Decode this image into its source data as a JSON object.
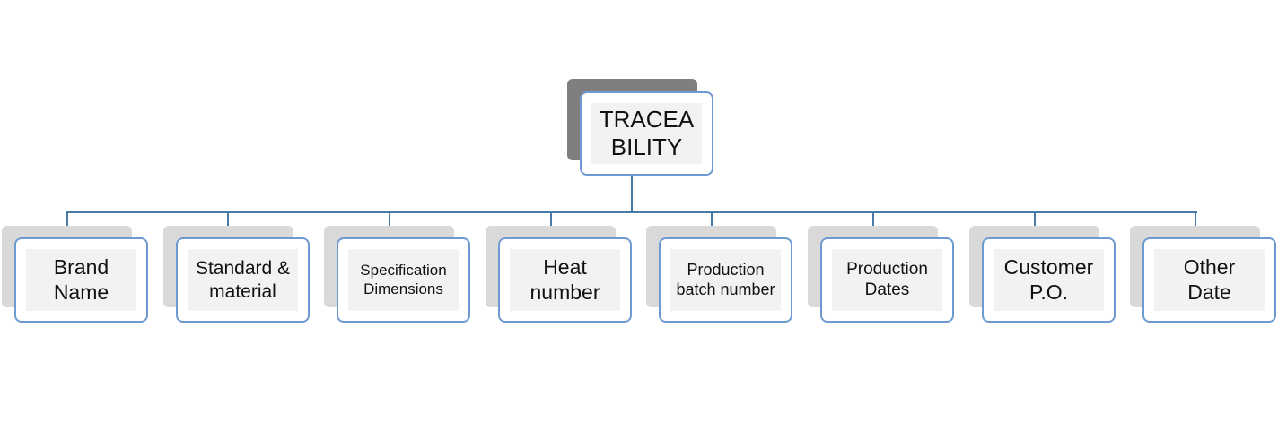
{
  "root": {
    "label": "TRACEA\nBILITY"
  },
  "children": [
    {
      "label": "Brand\nName"
    },
    {
      "label": "Standard &\nmaterial"
    },
    {
      "label": "Specification\nDimensions"
    },
    {
      "label": "Heat\nnumber"
    },
    {
      "label": "Production\nbatch number"
    },
    {
      "label": "Production\nDates"
    },
    {
      "label": "Customer\nP.O."
    },
    {
      "label": "Other\nDate"
    }
  ],
  "colors": {
    "border": "#6d9bd1",
    "connector": "#4a7ba7",
    "root_shadow": "#7f7f7f",
    "child_shadow": "#d9d9d9",
    "inner_fill": "#f2f2f2",
    "text": "#111111"
  }
}
